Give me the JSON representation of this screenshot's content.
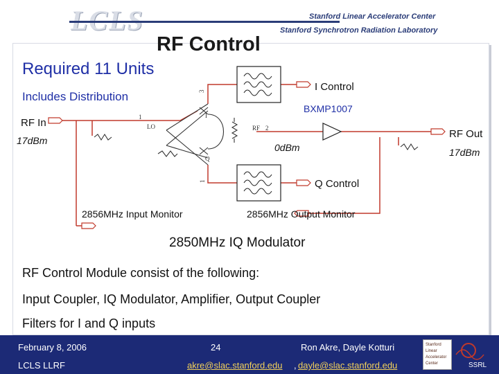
{
  "header": {
    "logo_text": "LCLS",
    "lab_line1": "Stanford Linear Accelerator Center",
    "lab_line2": "Stanford Synchrotron Radiation Laboratory"
  },
  "slide": {
    "title": "RF Control",
    "subtitle": "Required 11 Units",
    "subtitle2": "Includes Distribution"
  },
  "diagram": {
    "rf_in": "RF In",
    "rf_in_level": "17dBm",
    "rf_out": "RF Out",
    "rf_out_level": "17dBm",
    "i_control": "I Control",
    "q_control": "Q Control",
    "amp_part": "BXMP1007",
    "amp_level": "0dBm",
    "input_monitor": "2856MHz Input Monitor",
    "output_monitor": "2856MHz Output Monitor",
    "modulator_label": "2850MHz IQ Modulator",
    "pin_1_top": "1",
    "pin_lo": "LO",
    "pin_rf": "RF",
    "pin_2": "2",
    "pin_i": "I",
    "pin_q": "Q",
    "pin_3": "3",
    "pin_1_bottom": "1"
  },
  "notes": [
    "RF Control Module consist of the following:",
    "Input Coupler, IQ Modulator, Amplifier, Output Coupler",
    "Filters for I and Q inputs"
  ],
  "footer": {
    "date": "February 8, 2006",
    "page": "24",
    "authors": "Ron Akre, Dayle Kotturi",
    "group": "LCLS LLRF",
    "email1": "akre@slac.stanford.edu",
    "separator": ",",
    "email2": "dayle@slac.stanford.edu",
    "logo_lines": [
      "Stanford",
      "Linear",
      "Accelerator",
      "Center"
    ],
    "ssrl": "SSRL"
  }
}
